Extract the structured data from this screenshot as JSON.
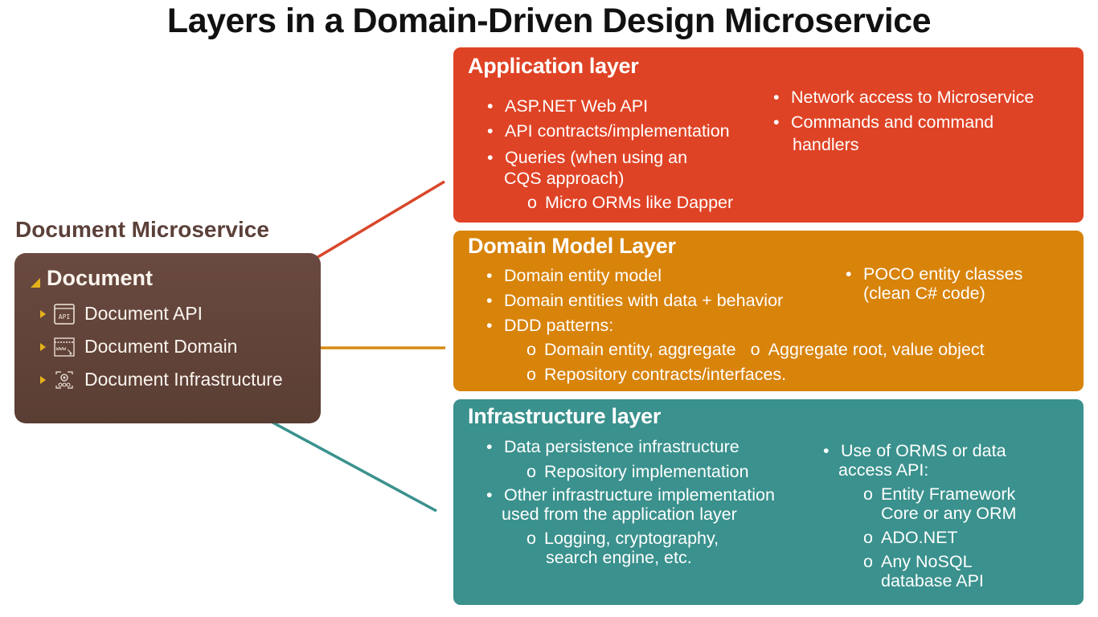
{
  "title": "Layers in a Domain-Driven Design Microservice",
  "microservice": {
    "heading": "Document Microservice",
    "root": "Document",
    "items": [
      {
        "label": "Document API",
        "icon": "api-window-icon"
      },
      {
        "label": "Document Domain",
        "icon": "www-browser-icon"
      },
      {
        "label": "Document Infrastructure",
        "icon": "gear-network-icon"
      }
    ]
  },
  "colors": {
    "application": "#df4325",
    "domain": "#d8830a",
    "infrastructure": "#3a918d",
    "microservice_box": "#5f4239",
    "accent_triangle": "#e5b21b"
  },
  "layers": {
    "application": {
      "title": "Application layer",
      "left": [
        {
          "type": "bullet",
          "text": "ASP.NET Web API"
        },
        {
          "type": "bullet",
          "text": "API contracts/implementation"
        },
        {
          "type": "bullet",
          "text": "Queries (when using an"
        },
        {
          "type": "cont",
          "text": "CQS approach)"
        },
        {
          "type": "sub",
          "text": "Micro ORMs like Dapper"
        }
      ],
      "right": [
        {
          "type": "bullet",
          "text": "Network access to Microservice"
        },
        {
          "type": "bullet",
          "text": "Commands and command"
        },
        {
          "type": "cont",
          "text": "handlers"
        }
      ]
    },
    "domain": {
      "title": "Domain Model Layer",
      "left": [
        {
          "type": "bullet",
          "text": "Domain entity model"
        },
        {
          "type": "bullet",
          "text": "Domain entities with data + behavior"
        },
        {
          "type": "bullet",
          "text": "DDD patterns:"
        }
      ],
      "sub_row1_a": "Domain entity, aggregate",
      "sub_row1_b": "Aggregate root, value object",
      "sub_row2": "Repository contracts/interfaces.",
      "right": [
        {
          "type": "bullet",
          "text": "POCO entity classes"
        },
        {
          "type": "cont",
          "text": "(clean C# code)"
        }
      ]
    },
    "infrastructure": {
      "title": "Infrastructure layer",
      "left": [
        {
          "type": "bullet",
          "text": "Data persistence infrastructure"
        },
        {
          "type": "sub",
          "text": "Repository implementation"
        },
        {
          "type": "bullet",
          "text": "Other infrastructure implementation"
        },
        {
          "type": "cont",
          "text": "used from  the application layer"
        },
        {
          "type": "sub",
          "text": "Logging, cryptography,"
        },
        {
          "type": "subcont",
          "text": "search engine, etc."
        }
      ],
      "right": [
        {
          "type": "bullet",
          "text": "Use of ORMS or data"
        },
        {
          "type": "cont",
          "text": "access API:"
        },
        {
          "type": "sub",
          "text": "Entity Framework"
        },
        {
          "type": "subcont",
          "text": "Core or any ORM"
        },
        {
          "type": "sub",
          "text": "ADO.NET"
        },
        {
          "type": "sub",
          "text": "Any NoSQL"
        },
        {
          "type": "subcont",
          "text": "database API"
        }
      ]
    }
  }
}
